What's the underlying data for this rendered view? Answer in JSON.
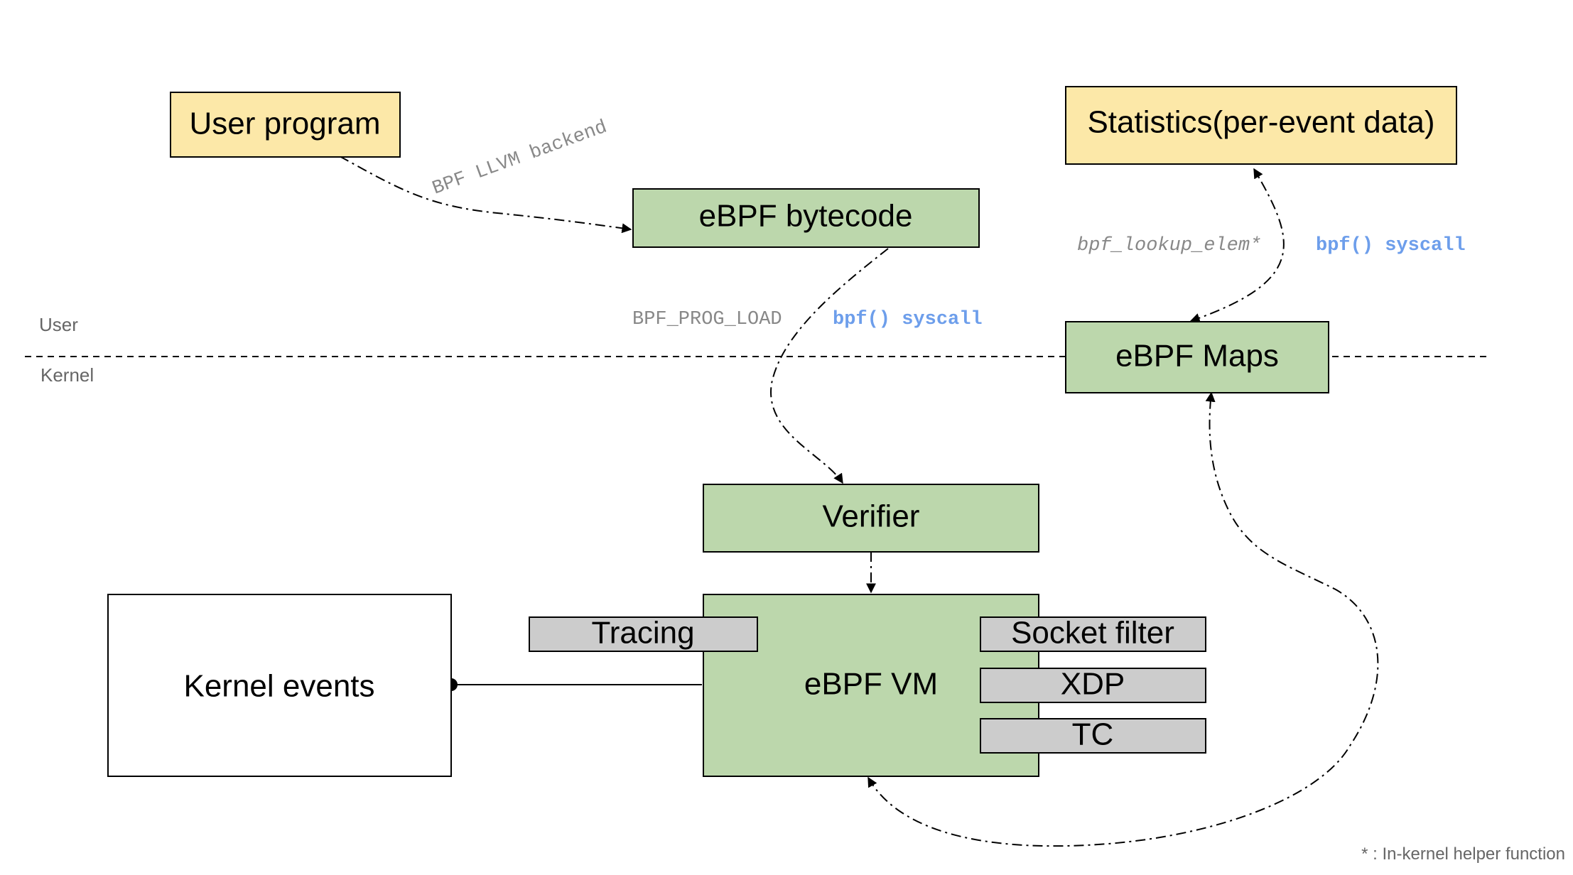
{
  "boxes": {
    "user_program": "User program",
    "statistics": "Statistics(per-event data)",
    "bytecode": "eBPF bytecode",
    "maps": "eBPF Maps",
    "verifier": "Verifier",
    "vm": "eBPF VM",
    "kernel_events": "Kernel events",
    "tracing": "Tracing",
    "socket_filter": "Socket filter",
    "xdp": "XDP",
    "tc": "TC"
  },
  "labels": {
    "llvm_backend": "BPF LLVM backend",
    "prog_load": "BPF_PROG_LOAD",
    "syscall_load": "bpf() syscall",
    "lookup_elem": "bpf_lookup_elem*",
    "syscall_lookup": "bpf() syscall",
    "user_side": "User",
    "kernel_side": "Kernel",
    "footnote": "* : In-kernel helper function"
  },
  "colors": {
    "yellow_fill": "#fce8a8",
    "green_fill": "#bcd7ac",
    "gray_fill": "#cccccc",
    "syscall_blue": "#6d9eeb",
    "annotation_gray": "#888888"
  }
}
